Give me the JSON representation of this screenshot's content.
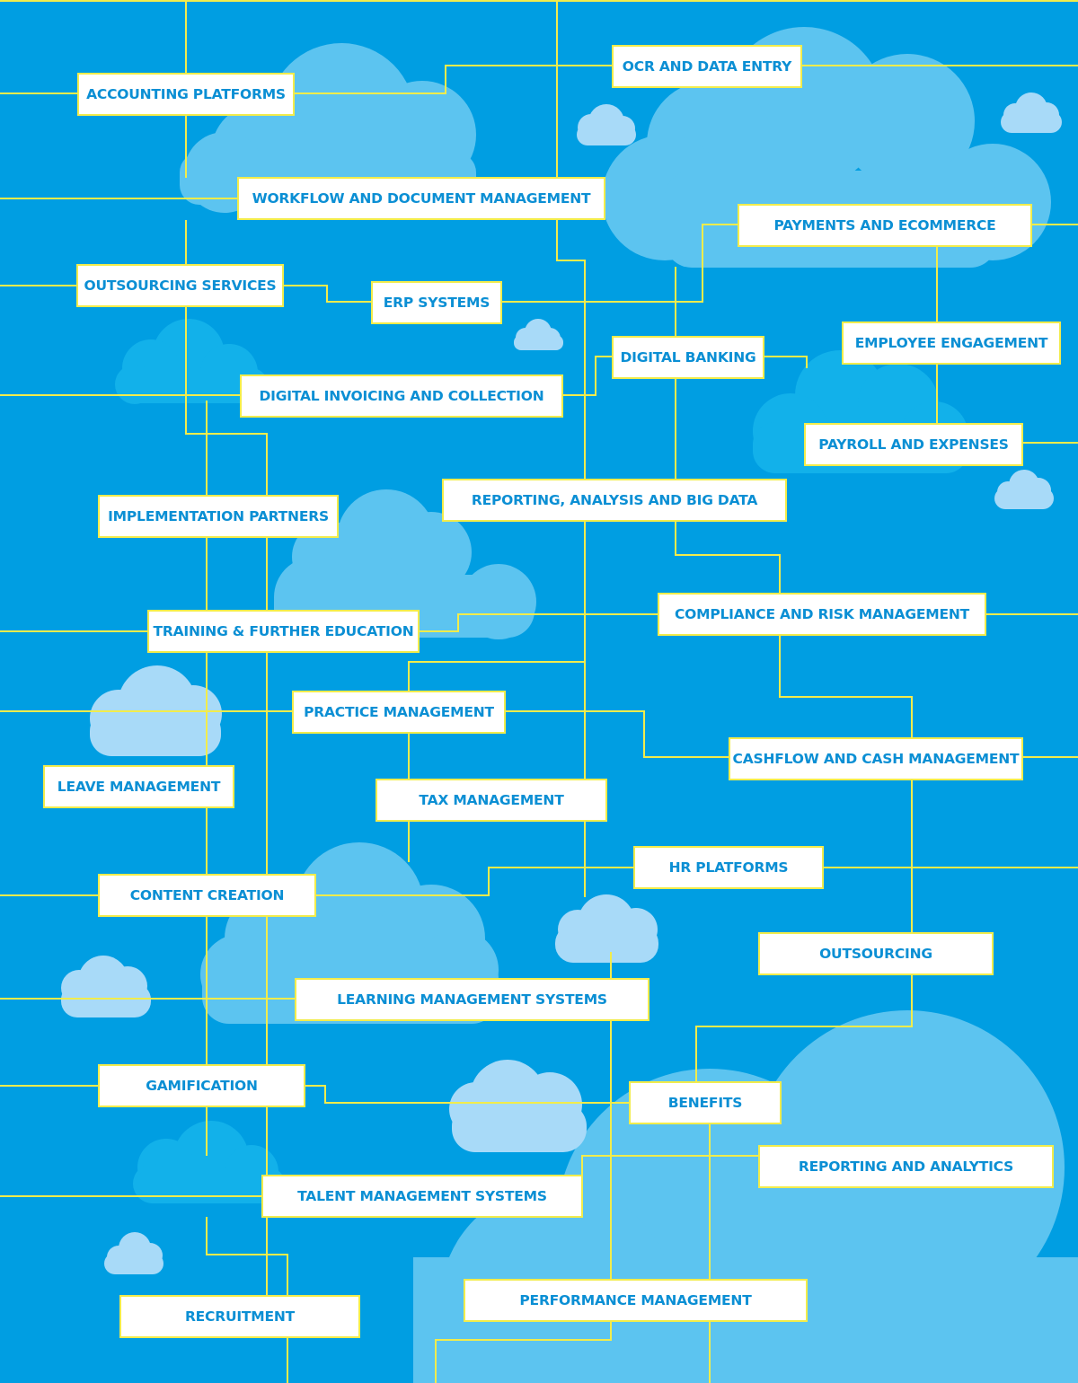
{
  "colors": {
    "background": "#009ee2",
    "connector": "#f2ec4b",
    "node_fill": "#ffffff",
    "node_text": "#0b8fd4",
    "cloud_light": "#5cc4f0",
    "cloud_pale": "#a8daf8",
    "cloud_bright": "#12b1ea"
  },
  "nodes": {
    "accounting_platforms": "ACCOUNTING PLATFORMS",
    "ocr_data_entry": "OCR AND DATA ENTRY",
    "workflow_document_management": "WORKFLOW AND DOCUMENT MANAGEMENT",
    "payments_ecommerce": "PAYMENTS AND ECOMMERCE",
    "outsourcing_services": "OUTSOURCING SERVICES",
    "erp_systems": "ERP SYSTEMS",
    "employee_engagement": "EMPLOYEE ENGAGEMENT",
    "digital_banking": "DIGITAL BANKING",
    "digital_invoicing_collection": "DIGITAL INVOICING AND COLLECTION",
    "payroll_expenses": "PAYROLL AND EXPENSES",
    "reporting_analysis_big_data": "REPORTING, ANALYSIS AND BIG DATA",
    "implementation_partners": "IMPLEMENTATION PARTNERS",
    "compliance_risk_management": "COMPLIANCE AND RISK MANAGEMENT",
    "training_further_education": "TRAINING & FURTHER EDUCATION",
    "practice_management": "PRACTICE MANAGEMENT",
    "cashflow_cash_management": "CASHFLOW AND CASH MANAGEMENT",
    "leave_management": "LEAVE MANAGEMENT",
    "tax_management": "TAX MANAGEMENT",
    "hr_platforms": "HR PLATFORMS",
    "content_creation": "CONTENT CREATION",
    "outsourcing": "OUTSOURCING",
    "learning_management_systems": "LEARNING MANAGEMENT SYSTEMS",
    "gamification": "GAMIFICATION",
    "benefits": "BENEFITS",
    "reporting_analytics": "REPORTING AND ANALYTICS",
    "talent_management_systems": "TALENT MANAGEMENT SYSTEMS",
    "performance_management": "PERFORMANCE MANAGEMENT",
    "recruitment": "RECRUITMENT"
  }
}
